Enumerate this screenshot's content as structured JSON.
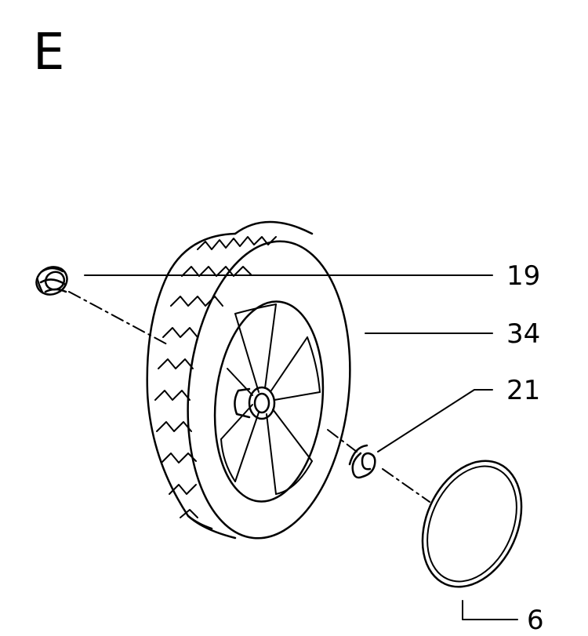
{
  "section_letter": "E",
  "callouts": [
    {
      "id": "19",
      "text": "19"
    },
    {
      "id": "34",
      "text": "34"
    },
    {
      "id": "21",
      "text": "21"
    },
    {
      "id": "6",
      "text": "6"
    }
  ],
  "colors": {
    "ink": "#000000",
    "paper": "#ffffff"
  }
}
